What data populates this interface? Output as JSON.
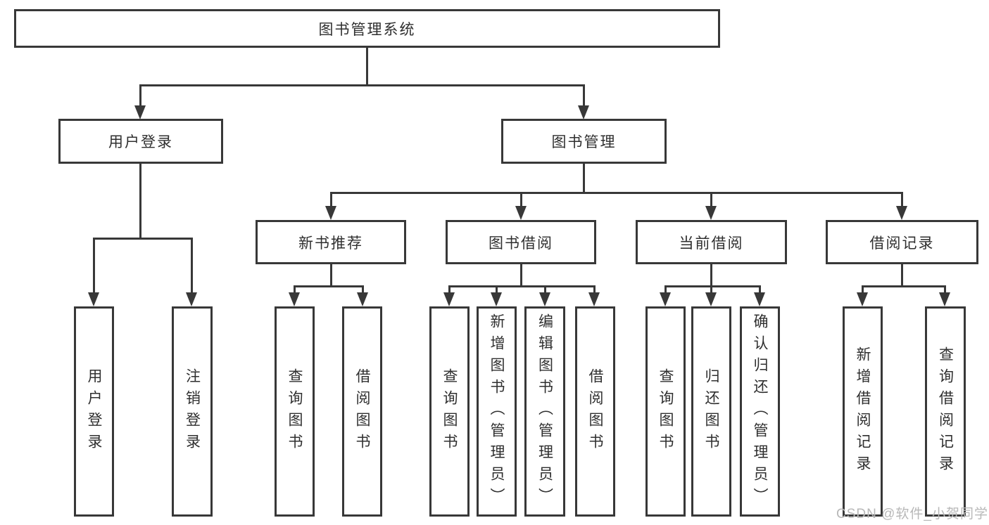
{
  "tree": {
    "label": "图书管理系统",
    "children": [
      {
        "label": "用户登录",
        "children": [
          {
            "label": "用户登录"
          },
          {
            "label": "注销登录"
          }
        ]
      },
      {
        "label": "图书管理",
        "children": [
          {
            "label": "新书推荐",
            "children": [
              {
                "label": "查询图书"
              },
              {
                "label": "借阅图书"
              }
            ]
          },
          {
            "label": "图书借阅",
            "children": [
              {
                "label": "查询图书"
              },
              {
                "label": "新增图书（管理员）"
              },
              {
                "label": "编辑图书（管理员）"
              },
              {
                "label": "借阅图书"
              }
            ]
          },
          {
            "label": "当前借阅",
            "children": [
              {
                "label": "查询图书"
              },
              {
                "label": "归还图书"
              },
              {
                "label": "确认归还（管理员）"
              }
            ]
          },
          {
            "label": "借阅记录",
            "children": [
              {
                "label": "新增借阅记录"
              },
              {
                "label": "查询借阅记录"
              }
            ]
          }
        ]
      }
    ]
  },
  "watermark": "CSDN @软件_小贺同学",
  "colors": {
    "line": "#383838",
    "text": "#2f2f2f",
    "watermark": "#b8b8b8",
    "background": "#ffffff"
  }
}
